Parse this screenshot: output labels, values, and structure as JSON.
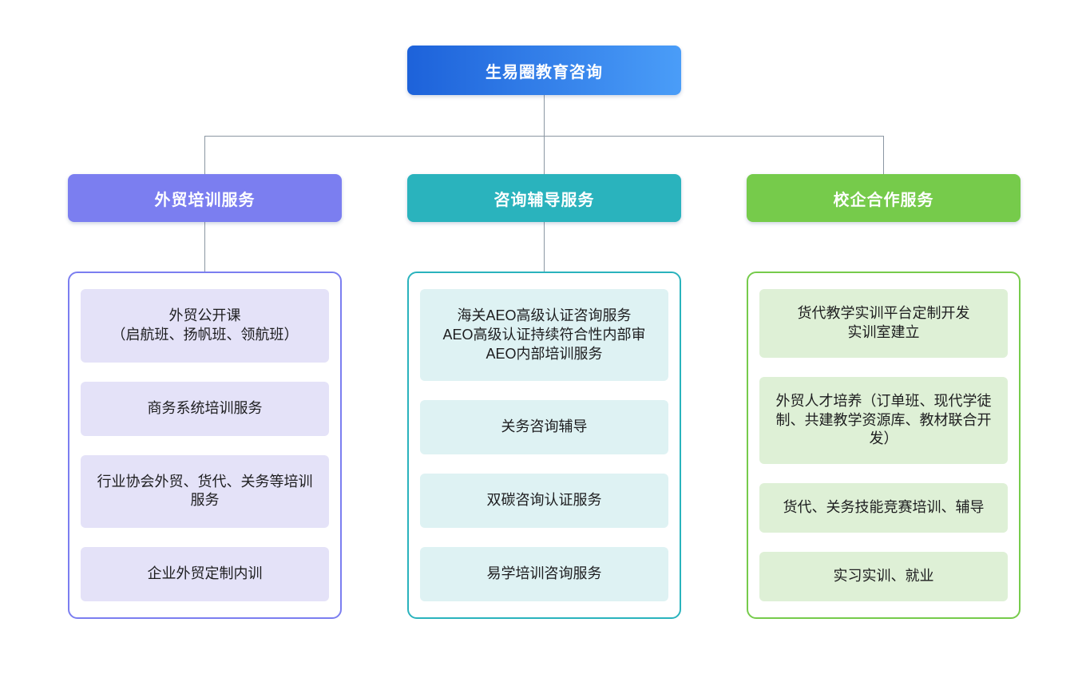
{
  "root": {
    "label": "生易圈教育咨询",
    "gradient_left": "#1d62da",
    "gradient_right": "#4a9df8"
  },
  "colors": {
    "connector": "#8b97a3",
    "item_text": "#1d1d1f",
    "header_text": "#ffffff"
  },
  "branches": [
    {
      "label": "外贸培训服务",
      "accent_color": "#7b7ef0",
      "item_bg_color": "#e4e2f8",
      "items": [
        "外贸公开课\n（启航班、扬帆班、领航班）",
        "商务系统培训服务",
        "行业协会外贸、货代、关务等培训服务",
        "企业外贸定制内训"
      ]
    },
    {
      "label": "咨询辅导服务",
      "accent_color": "#2ab3bd",
      "item_bg_color": "#def2f3",
      "items": [
        "海关AEO高级认证咨询服务\nAEO高级认证持续符合性内部审\nAEO内部培训服务",
        "关务咨询辅导",
        "双碳咨询认证服务",
        "易学培训咨询服务"
      ]
    },
    {
      "label": "校企合作服务",
      "accent_color": "#76cb4b",
      "item_bg_color": "#def0d6",
      "items": [
        "货代教学实训平台定制开发\n实训室建立",
        "外贸人才培养（订单班、现代学徒制、共建教学资源库、教材联合开发）",
        "货代、关务技能竞赛培训、辅导",
        "实习实训、就业"
      ]
    }
  ]
}
